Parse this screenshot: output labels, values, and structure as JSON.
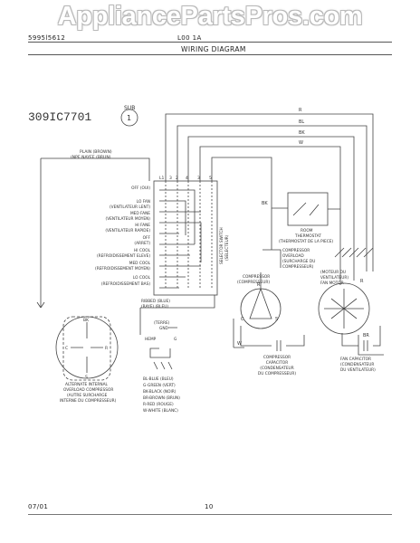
{
  "watermark": "AppliancePartsPros.com",
  "header": {
    "model_line": "5995l5612",
    "mid_label": "L00 1A",
    "title": "WIRING DIAGRAM"
  },
  "footer": {
    "date": "07/01",
    "page": "10"
  },
  "diagram": {
    "part_number": "309IC7701",
    "sub_label": "SUB",
    "sub_number": "1",
    "plain_label": [
      "PLAIN  (BROWN)",
      "(NPE NAYEE  (BRUN)"
    ],
    "selector_labels": [
      "OFF (OUI)",
      "LO FAN",
      "(VENTILATEUR LENT)",
      "MED FANE",
      "(VENTILATEUR MOYEN)",
      "HI FANE",
      "(VENTILATEUR RAPIDE)",
      "OFF",
      "(ARRET)",
      "HI COOL",
      "(REFROIDISSEMENT ELEVE)",
      "MED COOL",
      "(REFROIDISSEMENT MOYEN)",
      "LO COOL",
      "(REFROIDISSEMENT BAS)"
    ],
    "terminal_numbers": [
      "L1",
      "3",
      "2",
      "4",
      "3",
      "5"
    ],
    "selector_switch": [
      "SELECTOR SWITCH",
      "(SELECTEUR)"
    ],
    "wire_labels": {
      "r": "R",
      "bl": "BL",
      "bk": "BK",
      "w": "W",
      "bk_switch": "BK",
      "br_lower": "BR",
      "r_lower": "R",
      "w_lower": "W"
    },
    "room_thermostat": [
      "ROOM",
      "THERMOSTAT",
      "(THERMOSTAT DE LA PIECE)"
    ],
    "compressor_overload": [
      "COMPRESSOR",
      "OVERLOAD",
      "(SURCHARGE DU",
      "COMPRESSEUR)"
    ],
    "fan_motor": [
      "(MOTEUR DU",
      "VENTILATEUR)",
      "FAN MOTOR"
    ],
    "compressor": [
      "COMPRESSOR",
      "(COMPRESSEUR)"
    ],
    "ribbed": [
      "RIBBED  (BLUE)",
      "(RAYE)   (BLEU)"
    ],
    "terre": [
      "(TERRE)",
      "GND"
    ],
    "ground_wire": "G",
    "hemp_label": "HEMP",
    "internal_overload": [
      "ALTERNATE INTERNAL",
      "OVERLOAD COMPRESSOR",
      "(AUTRE SURCHARGE",
      "INTERNE DU COMPRESSEUR)"
    ],
    "overload_terminal_labels": {
      "top": "BK",
      "right": "R",
      "left": "C",
      "bottom": "S"
    },
    "color_legend": [
      "BL-BLUE  (BLEU)",
      "G-GREEN  (VERT)",
      "BK-BLACK (NOIR)",
      "BR-BROWN (BRUN)",
      "R-RED   (ROUGE)",
      "W-WHITE  (BLANC)"
    ],
    "compressor_capacitor": [
      "COMPRESSOR",
      "CAPACITOR",
      "(CONDENSATEUR",
      "DU COMPRESSEUR)"
    ],
    "fan_capacitor": [
      "FAN CAPACITOR",
      "(CONDENSATEUR",
      "DU VENTILATEUR)"
    ],
    "compressor_terminals": {
      "c": "C",
      "s": "S",
      "r": "R"
    }
  }
}
